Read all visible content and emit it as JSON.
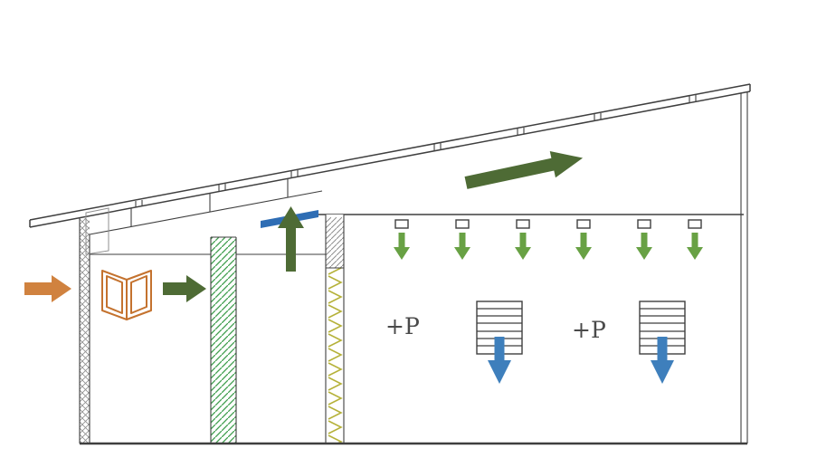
{
  "labels": {
    "pressure_left": "+P",
    "pressure_right": "+P"
  },
  "colors": {
    "background": "#ffffff",
    "line": "#3f3f3f",
    "hatch_gray": "#8f8f8f",
    "arrow_orange": "#d0823f",
    "arrow_dark_green": "#4e6b35",
    "arrow_light_green": "#68a144",
    "arrow_blue": "#3e7fbc",
    "vent_bar_blue": "#2e6db4",
    "door_orange": "#c4722e",
    "wall_hatch_green": "#3f9e4d",
    "insulation_zigzag": "#b6b23a",
    "label_gray": "#4a4a4a"
  },
  "diagram": {
    "type": "building-section-airflow",
    "ceiling_vent_count": 6,
    "slatted_unit_count": 2,
    "airflow_icons": {
      "inflow_arrow": "arrow-right",
      "indoor_flow_arrow": "arrow-right",
      "rising_air_arrow": "arrow-up",
      "attic_flow_arrow": "arrow-up-right",
      "ceiling_supply_arrows": "arrow-down",
      "downdraft_arrows": "arrow-down"
    }
  }
}
